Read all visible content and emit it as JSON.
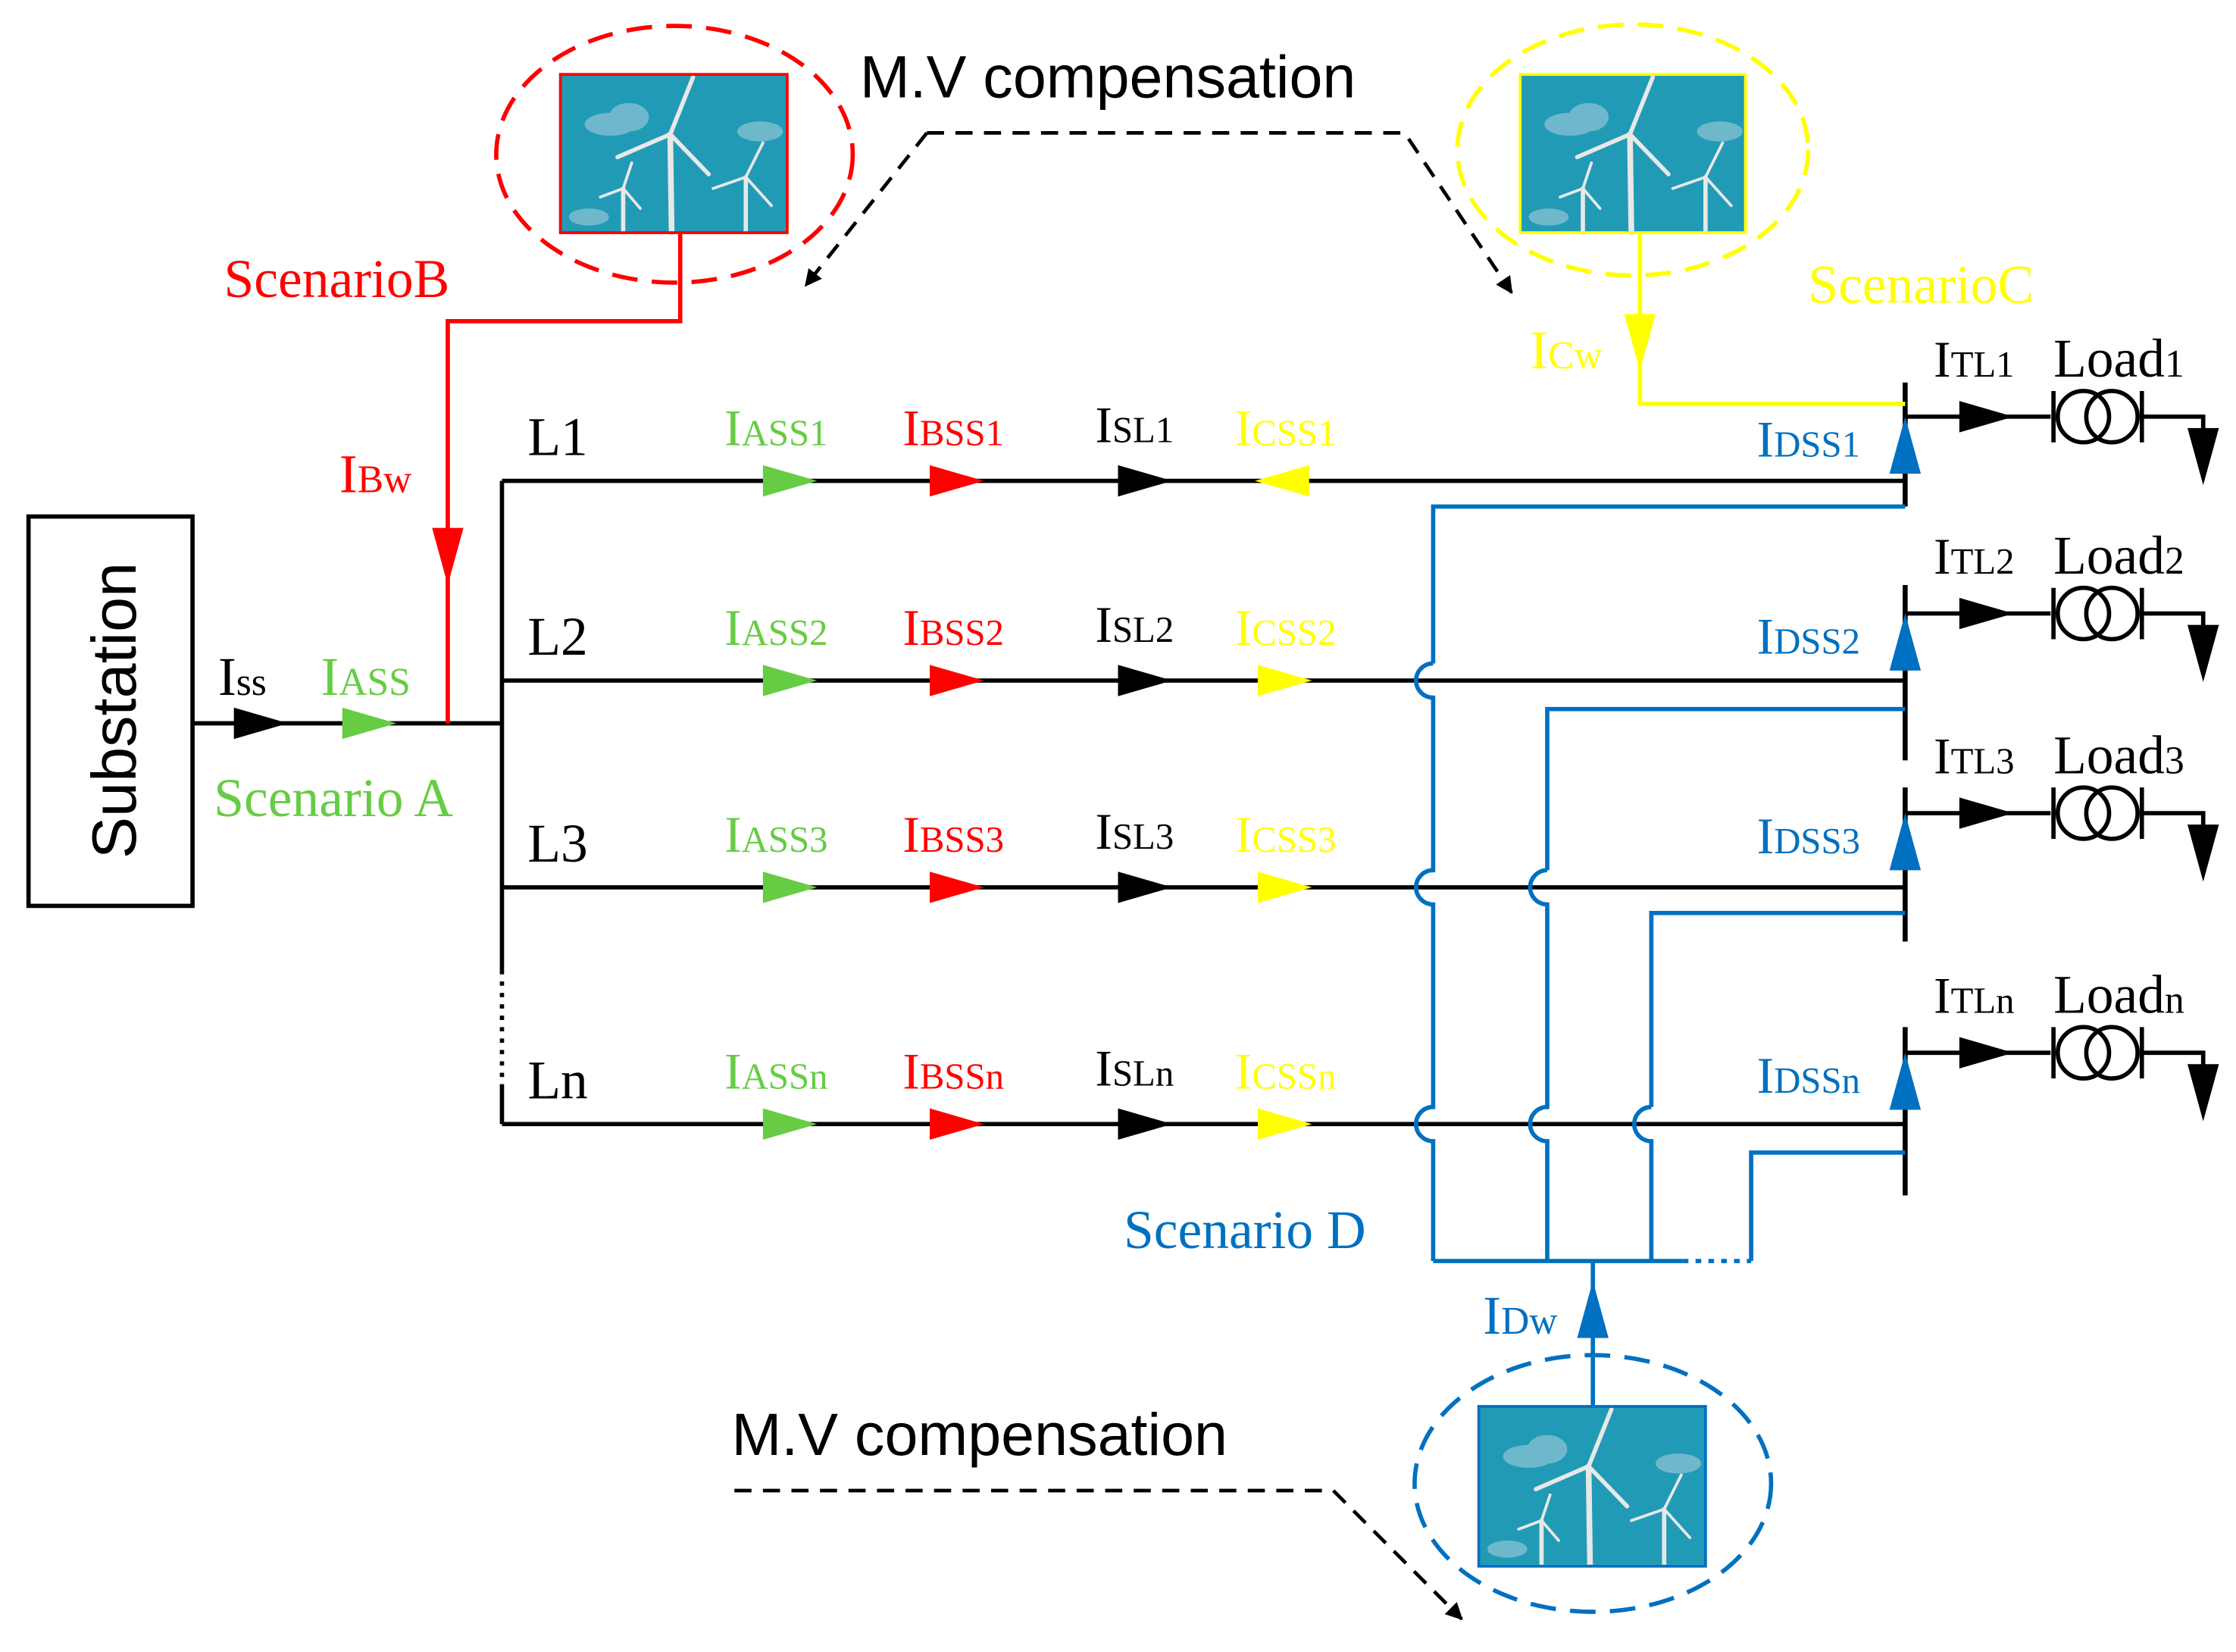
{
  "colors": {
    "black": "#000000",
    "green": "#66cc44",
    "red": "#ff0000",
    "yellow": "#ffff00",
    "blue": "#0070c0",
    "teal": "#219bb5"
  },
  "substation": "Substation",
  "mv_top": "M.V compensation",
  "mv_bottom": "M.V compensation",
  "scenarios": {
    "a": "Scenario A",
    "b": "ScenarioB",
    "c": "ScenarioC",
    "d": "Scenario D"
  },
  "feeder": {
    "iss": {
      "m": "I",
      "s": "ss"
    },
    "iass": {
      "m": "I",
      "s": "ASS"
    }
  },
  "ibw": {
    "m": "I",
    "s": "Bw"
  },
  "icw": {
    "m": "I",
    "s": "Cw"
  },
  "idw": {
    "m": "I",
    "s": "Dw"
  },
  "lines": [
    {
      "name": "L1",
      "a": "ASS1",
      "b": "BSS1",
      "s": "SL1",
      "c": "CSS1",
      "d": "DSS1",
      "tl": "TL1",
      "load": "Load",
      "ln": "1"
    },
    {
      "name": "L2",
      "a": "ASS2",
      "b": "BSS2",
      "s": "SL2",
      "c": "CSS2",
      "d": "DSS2",
      "tl": "TL2",
      "load": "Load",
      "ln": "2"
    },
    {
      "name": "L3",
      "a": "ASS3",
      "b": "BSS3",
      "s": "SL3",
      "c": "CSS3",
      "d": "DSS3",
      "tl": "TL3",
      "load": "Load",
      "ln": "3"
    },
    {
      "name": "Ln",
      "a": "ASSn",
      "b": "BSSn",
      "s": "SLn",
      "c": "CSSn",
      "d": "DSSn",
      "tl": "TLn",
      "load": "Load",
      "ln": "n"
    }
  ],
  "current_prefix": "I"
}
